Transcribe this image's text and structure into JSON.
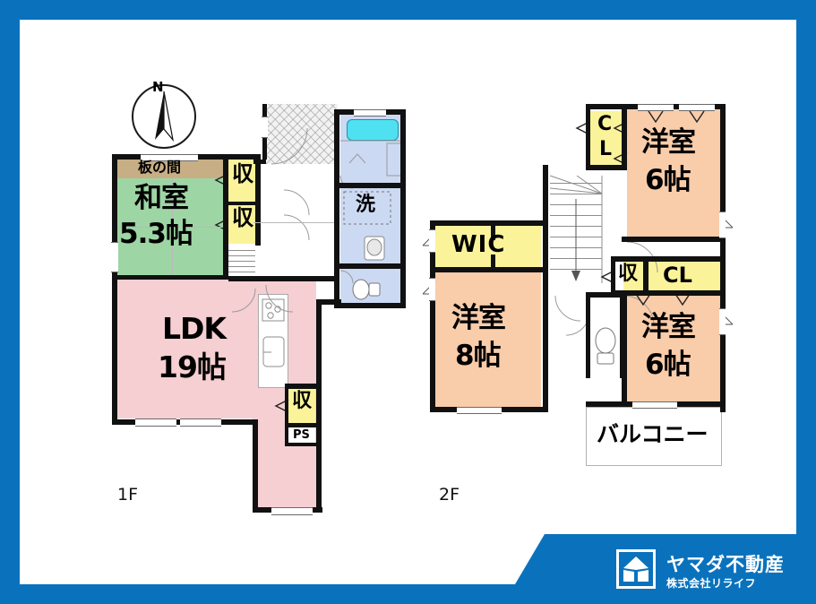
{
  "frame": {
    "border_color": "#0a72bd",
    "background": "#ffffff"
  },
  "compass": {
    "label": "N"
  },
  "floor1": {
    "tag": "1F",
    "rooms": [
      {
        "name": "washitsu",
        "label_line1": "和室",
        "label_line2": "5.3帖",
        "color": "#9ed5a4"
      },
      {
        "name": "itanoma",
        "label": "板の間",
        "color": "#c7ae84"
      },
      {
        "name": "ldk",
        "label_line1": "LDK",
        "label_line2": "19帖",
        "color": "#f6cfd2"
      },
      {
        "name": "closet-upper",
        "label": "収",
        "color": "#fbf39a"
      },
      {
        "name": "closet-lower",
        "label": "収",
        "color": "#fbf39a"
      },
      {
        "name": "kitchen-closet",
        "label": "収",
        "color": "#fbf39a"
      },
      {
        "name": "pipe-space",
        "label": "PS",
        "color": "#ffffff"
      },
      {
        "name": "washroom",
        "label": "洗",
        "color": "#ccd9f2"
      },
      {
        "name": "bath",
        "label": "",
        "color": "#ccd9f2"
      },
      {
        "name": "toilet",
        "label": "",
        "color": "#ccd9f2"
      },
      {
        "name": "entrance",
        "label": "",
        "color": "#f2f2f2"
      }
    ]
  },
  "floor2": {
    "tag": "2F",
    "rooms": [
      {
        "name": "bedroom-north",
        "label_line1": "洋室",
        "label_line2": "6帖",
        "color": "#f9ccaa"
      },
      {
        "name": "bedroom-west",
        "label_line1": "洋室",
        "label_line2": "8帖",
        "color": "#f9ccaa"
      },
      {
        "name": "bedroom-south",
        "label_line1": "洋室",
        "label_line2": "6帖",
        "color": "#f9ccaa"
      },
      {
        "name": "wic",
        "label": "WIC",
        "color": "#fbf39a"
      },
      {
        "name": "closet-cl-vertical",
        "label_line1": "C",
        "label_line2": "L",
        "color": "#fbf39a"
      },
      {
        "name": "closet-small",
        "label": "収",
        "color": "#fbf39a"
      },
      {
        "name": "closet-cl",
        "label": "CL",
        "color": "#fbf39a"
      },
      {
        "name": "balcony",
        "label": "バルコニー",
        "color": "#ffffff"
      },
      {
        "name": "toilet-2f",
        "label": "",
        "color": "#ccd9f2"
      }
    ]
  },
  "logo": {
    "company": "ヤマダ不動産",
    "subtitle": "株式会社リライフ",
    "brand_color": "#0a72bd"
  }
}
